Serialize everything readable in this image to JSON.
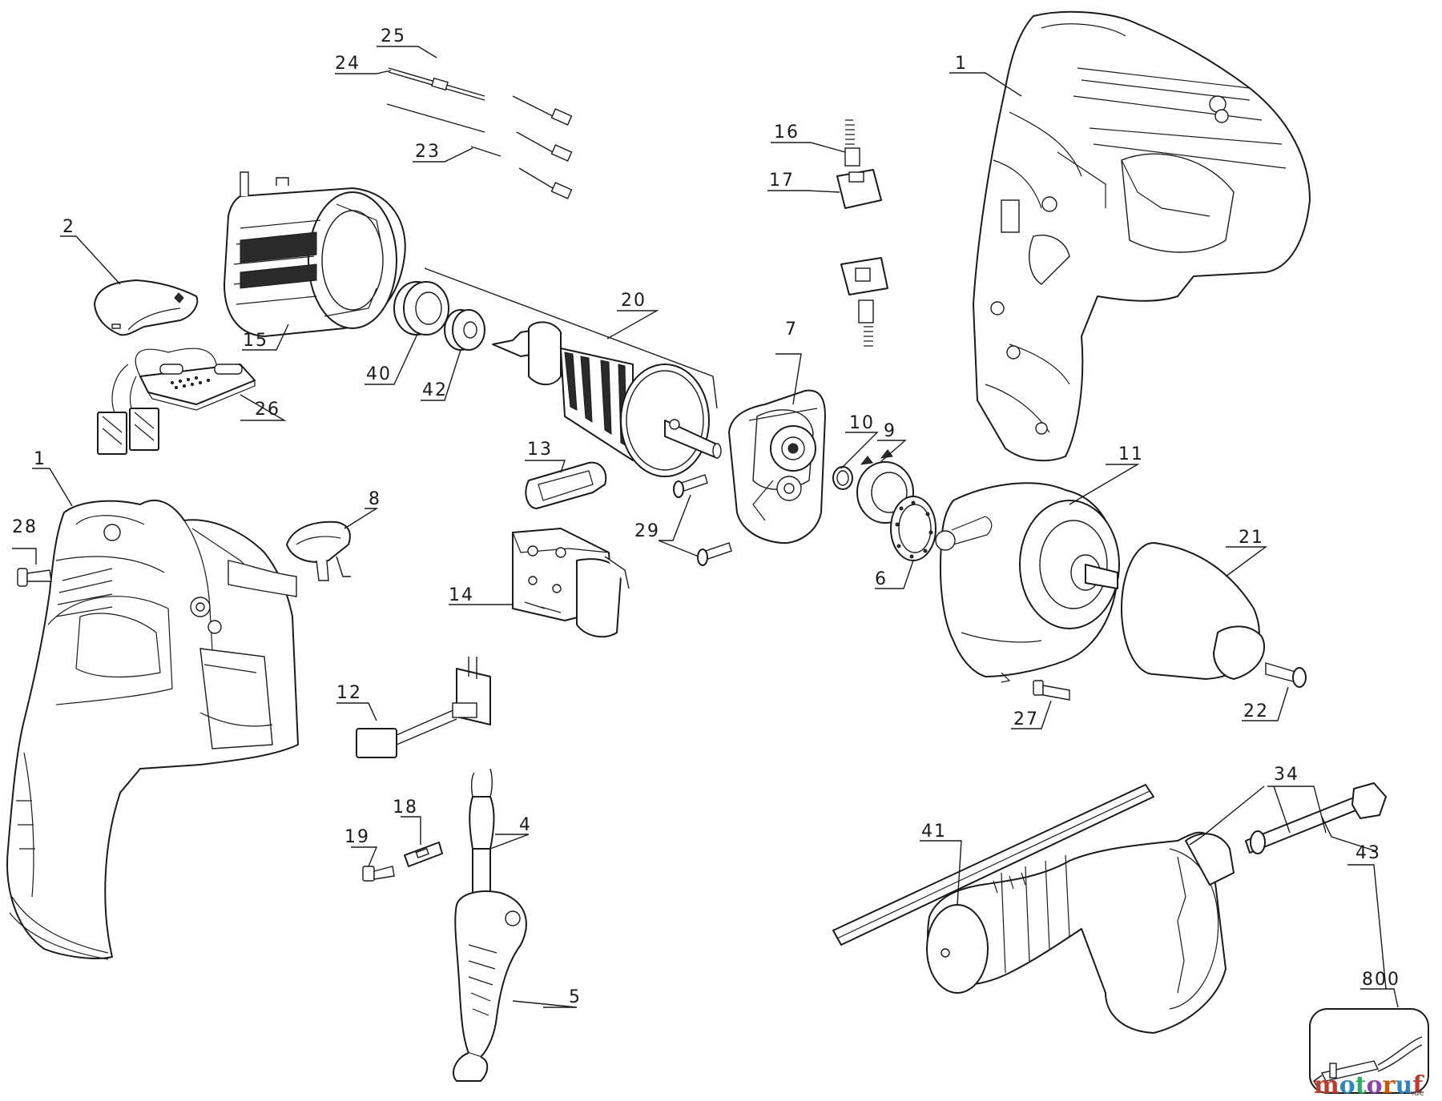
{
  "labels": {
    "p1a": "1",
    "p1b": "1",
    "p2": "2",
    "p4": "4",
    "p5": "5",
    "p6": "6",
    "p7": "7",
    "p8": "8",
    "p9": "9",
    "p10": "10",
    "p11": "11",
    "p12": "12",
    "p13": "13",
    "p14": "14",
    "p15": "15",
    "p16": "16",
    "p17": "17",
    "p18": "18",
    "p19": "19",
    "p20": "20",
    "p21": "21",
    "p22": "22",
    "p23": "23",
    "p24": "24",
    "p25": "25",
    "p26": "26",
    "p27": "27",
    "p28": "28",
    "p29": "29",
    "p34": "34",
    "p40": "40",
    "p41": "41",
    "p42": "42",
    "p43": "43",
    "p800": "800"
  },
  "watermark": {
    "brand": "motoruf",
    "suffix": ".de"
  },
  "colors": {
    "line": "#1a1a1a",
    "background": "#ffffff"
  }
}
